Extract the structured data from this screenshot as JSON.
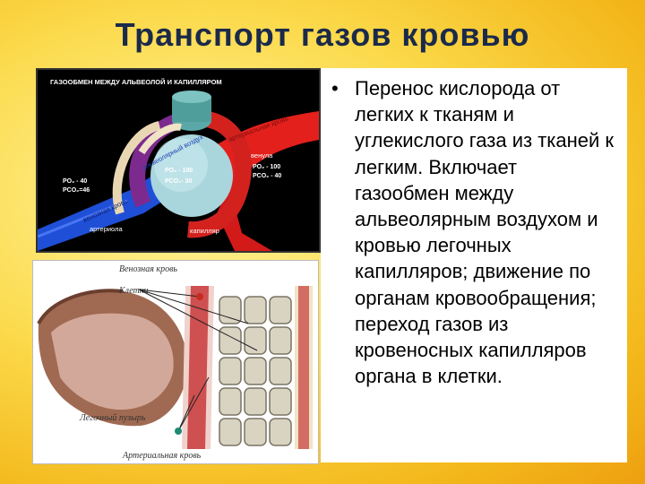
{
  "slide": {
    "title": "Транспорт газов кровью",
    "bullet": "Перенос кислорода от легких к тканям и углекислого газа из тканей к легким. Включает газообмен между альвеолярным воздухом и кровью легочных капилляров; движение по органам кровообращения; переход газов из кровеносных капилляров органа в клетки."
  },
  "image_top": {
    "header": "ГАЗООБМЕН МЕЖДУ АЛЬВЕОЛОЙ И КАПИЛЛЯРОМ",
    "alveolar_air": "альвеолярный воздух",
    "arterial_blood": "артериальная кровь",
    "venous_blood": "венозная кровь",
    "venula": "венула",
    "arteriola": "артериола",
    "capillary": "капилляр",
    "left_po2": "PO₂ - 40",
    "left_pco2": "PCO₂=46",
    "mid_po2": "PO₂ - 100",
    "mid_pco2": "PCO₂- 30",
    "right_po2": "PO₂ - 100",
    "right_pco2": "PCO₂ - 40"
  },
  "image_bottom": {
    "venous_blood": "Венозная кровь",
    "cells": "Клетки",
    "lung_vesicle": "Легочный пузырь",
    "arterial_blood": "Артериальная кровь"
  },
  "colors": {
    "title": "#1b2a4a",
    "arterial": "#e3201b",
    "venous": "#1f4fd6",
    "background": "#fbd94a"
  }
}
